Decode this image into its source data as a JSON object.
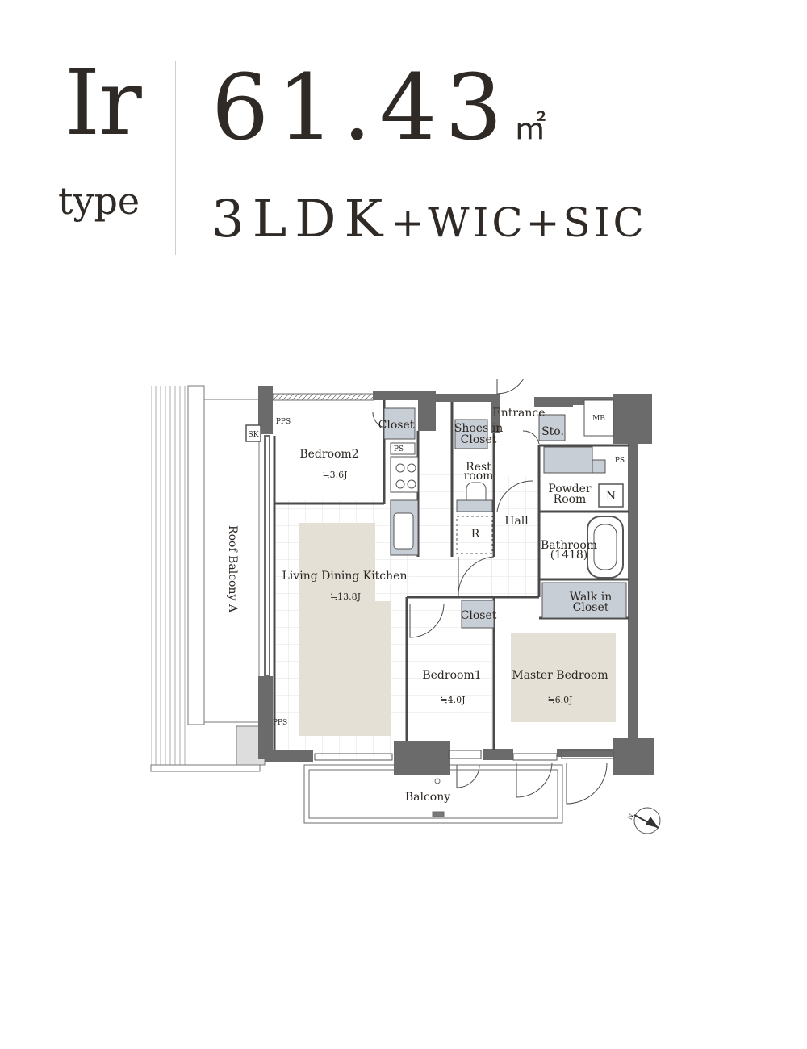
{
  "header": {
    "type_code": "Ir",
    "type_word": "type",
    "area_value": "61.43",
    "area_unit": "㎡",
    "plan_type_main": "3LDK",
    "plan_type_extra": "+WIC+SIC"
  },
  "rooms": {
    "closet_top": "Closet",
    "bedroom2": "Bedroom2",
    "bedroom2_size": "≒3.6J",
    "shoes_in_closet_1": "Shoes in",
    "shoes_in_closet_2": "Closet",
    "entrance": "Entrance",
    "storage": "Sto.",
    "meter_box": "MB",
    "pipe_space_right": "PS",
    "pipe_space_kitchen": "PS",
    "pps_top": "PPS",
    "pps_bottom": "PPS",
    "sk": "SK",
    "rest_room_1": "Rest",
    "rest_room_2": "room",
    "powder_room_1": "Powder",
    "powder_room_2": "Room",
    "n_mark": "N",
    "hall": "Hall",
    "refrigerator": "R",
    "bathroom": "Bathroom",
    "bathroom_size": "(1418)",
    "living_dining_kitchen": "Living Dining Kitchen",
    "ldk_size": "≒13.8J",
    "walk_in_closet_1": "Walk in",
    "walk_in_closet_2": "Closet",
    "closet_bedroom1": "Closet",
    "bedroom1": "Bedroom1",
    "bedroom1_size": "≒4.0J",
    "master_bedroom": "Master Bedroom",
    "master_bedroom_size": "≒6.0J",
    "roof_balcony": "Roof Balcony A",
    "balcony": "Balcony",
    "compass_letter": "N"
  },
  "colors": {
    "wall": "#6b6b6b",
    "wall_dark": "#555555",
    "fixture_fill": "#c8ced6",
    "carpet_fill": "#e4e0d6",
    "floor_grid": "#dadada",
    "line": "#4a4a4a"
  }
}
